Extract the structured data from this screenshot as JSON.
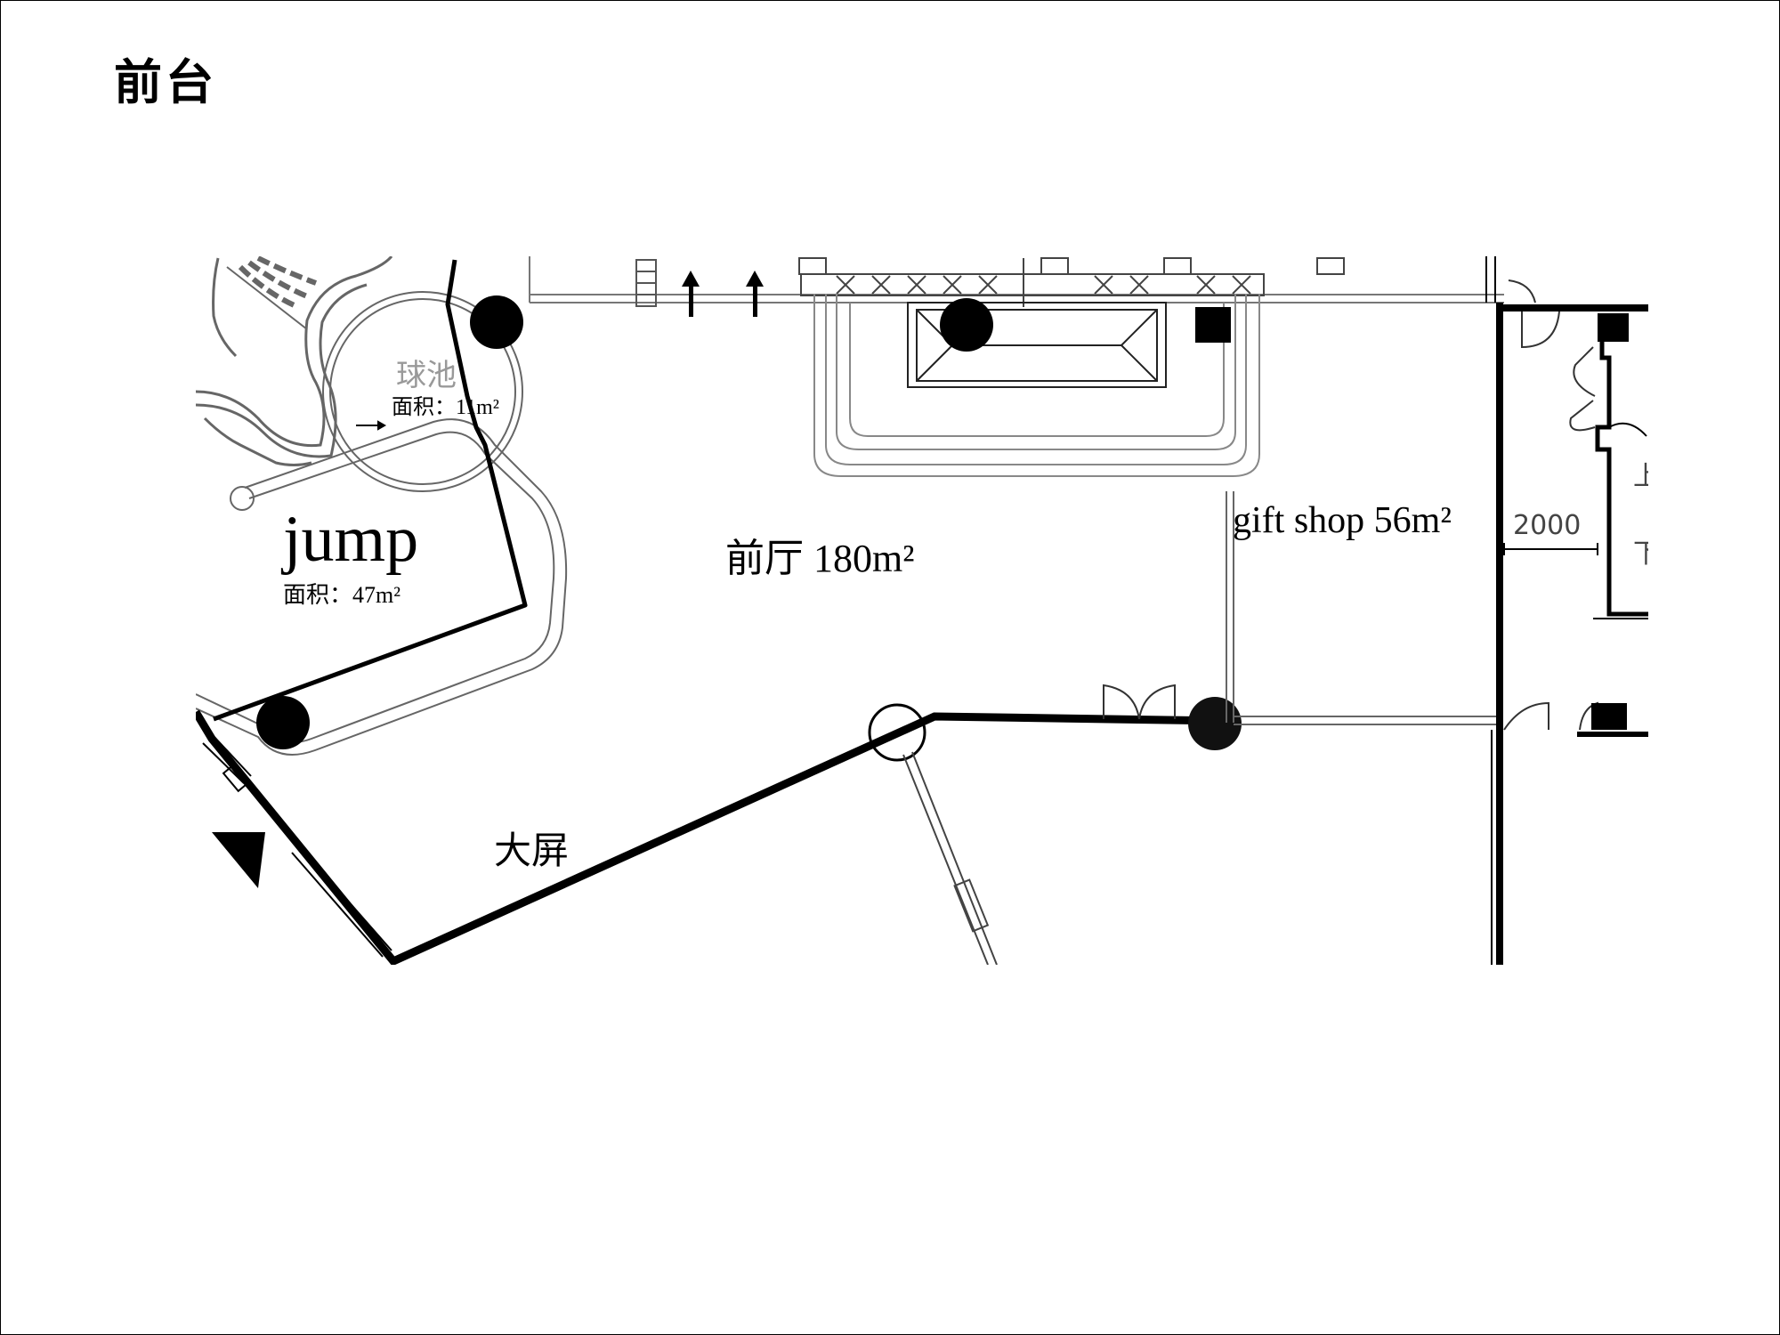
{
  "page": {
    "title": "前台"
  },
  "plan": {
    "rooms": [
      {
        "id": "ball-pit",
        "name": "球池",
        "area_label": "面积：11m²"
      },
      {
        "id": "jump",
        "name": "jump",
        "area_label": "面积：47m²"
      },
      {
        "id": "lobby",
        "name": "前厅 180m²"
      },
      {
        "id": "gift-shop",
        "name": "gift shop 56m²"
      }
    ],
    "big_screen_label": "大屏",
    "dimension_label": "2000",
    "stair_up": "上",
    "stair_down": "下"
  },
  "colors": {
    "ink": "#000000",
    "line_gray": "#555555",
    "light_gray": "#999999"
  }
}
